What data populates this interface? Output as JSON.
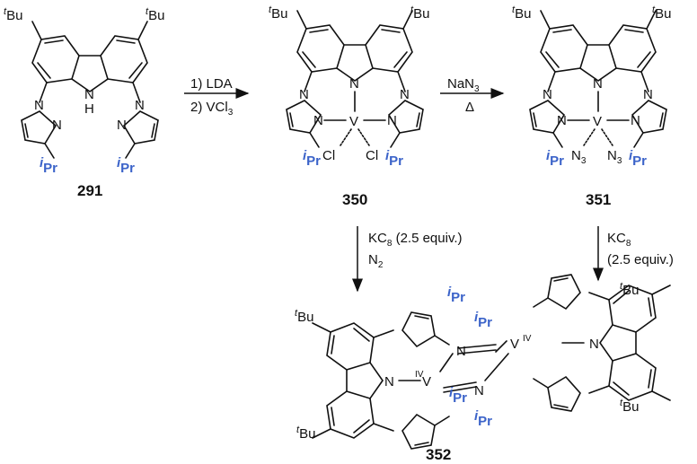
{
  "labels": {
    "tBu": "Bu",
    "t": "t",
    "i": "i",
    "Pr": "Pr",
    "N": "N",
    "H": "H",
    "V": "V",
    "Cl": "Cl",
    "N3": "N",
    "sub3": "3",
    "IV": "IV"
  },
  "compounds": {
    "c291": "291",
    "c350": "350",
    "c351": "351",
    "c352": "352"
  },
  "conditions": {
    "step1_a": "1) LDA",
    "step1_b": "2) VCl",
    "step1_b_sub": "3",
    "step2_a": "NaN",
    "step2_a_sub": "3",
    "step2_b": "Δ",
    "step3_a": "KC",
    "step3_a_sub": "8",
    "step3_a_tail": " (2.5 equiv.)",
    "step3_b": "N",
    "step3_b_sub": "2",
    "step4_a": "KC",
    "step4_a_sub": "8",
    "step4_b": "(2.5 equiv.)"
  },
  "colors": {
    "ipr": "#3b63c9",
    "ink": "#111111"
  }
}
